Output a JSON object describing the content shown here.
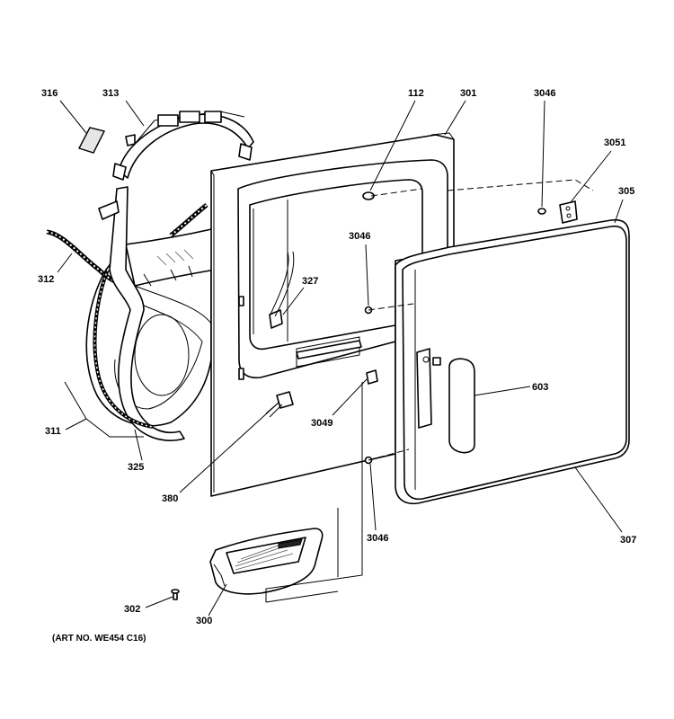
{
  "art_number": "(ART NO. WE454 C16)",
  "callouts": [
    {
      "id": "316",
      "label": "316"
    },
    {
      "id": "313",
      "label": "313"
    },
    {
      "id": "112",
      "label": "112"
    },
    {
      "id": "301",
      "label": "301"
    },
    {
      "id": "3046a",
      "label": "3046"
    },
    {
      "id": "3051",
      "label": "3051"
    },
    {
      "id": "305",
      "label": "305"
    },
    {
      "id": "312",
      "label": "312"
    },
    {
      "id": "327",
      "label": "327"
    },
    {
      "id": "3046b",
      "label": "3046"
    },
    {
      "id": "603",
      "label": "603"
    },
    {
      "id": "311",
      "label": "311"
    },
    {
      "id": "3049",
      "label": "3049"
    },
    {
      "id": "325",
      "label": "325"
    },
    {
      "id": "380",
      "label": "380"
    },
    {
      "id": "3046c",
      "label": "3046"
    },
    {
      "id": "307",
      "label": "307"
    },
    {
      "id": "302",
      "label": "302"
    },
    {
      "id": "300",
      "label": "300"
    }
  ]
}
